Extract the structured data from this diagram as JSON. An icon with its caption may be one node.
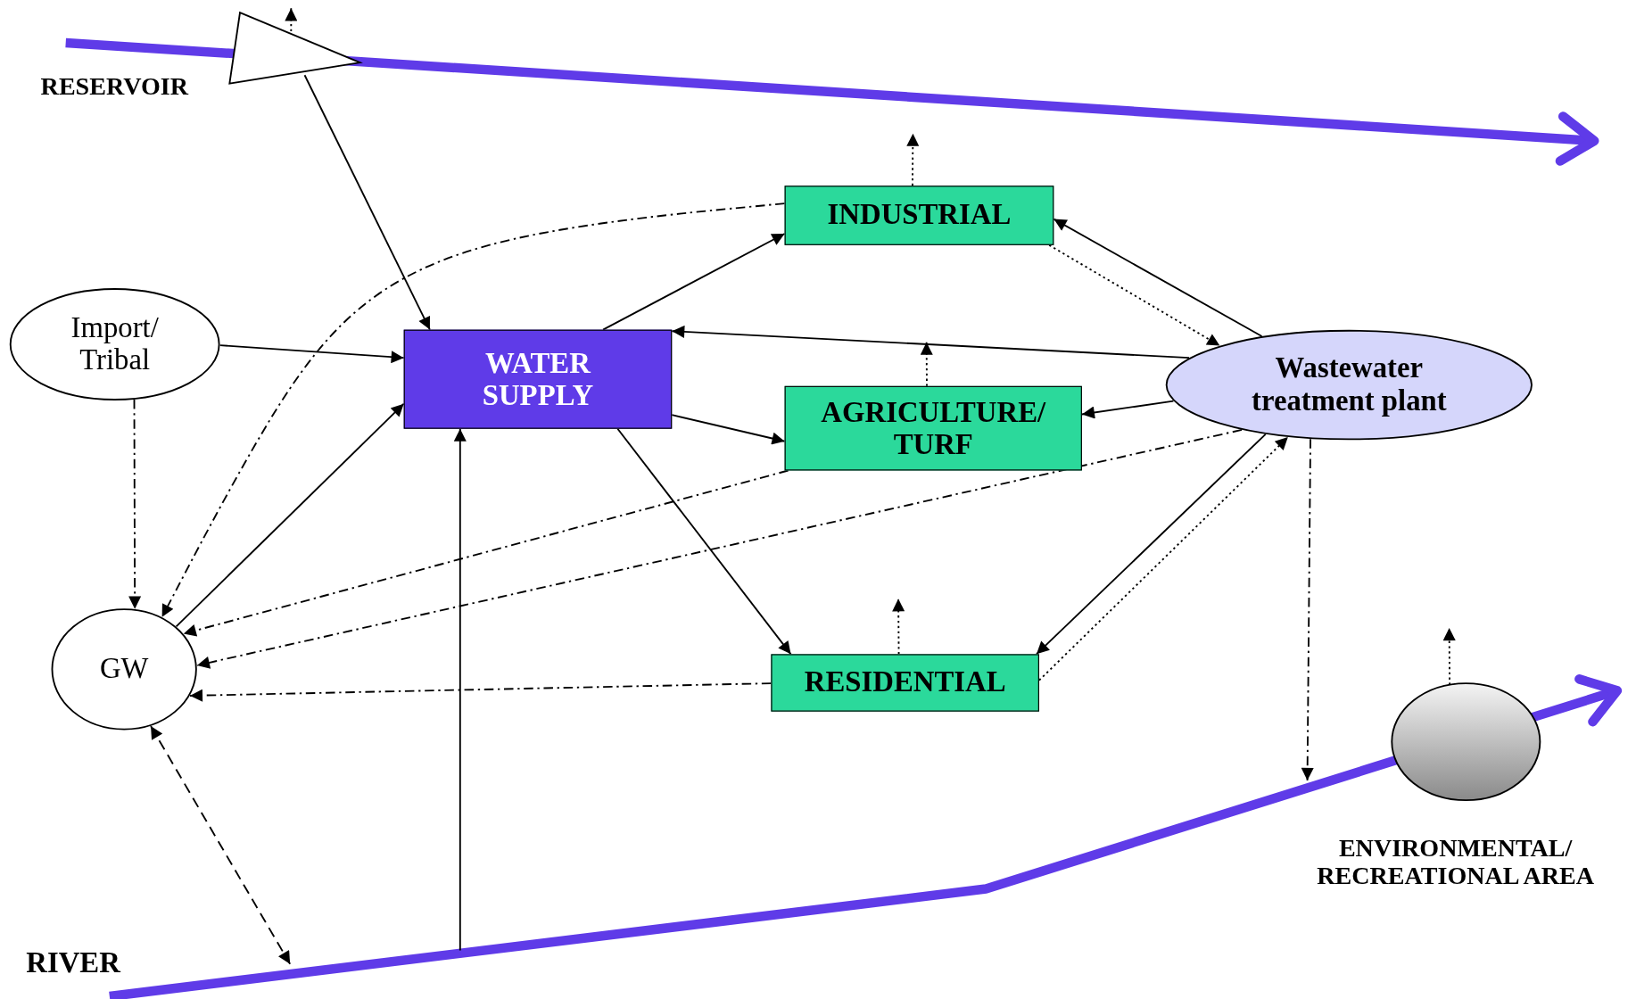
{
  "diagram": {
    "nodes": [
      {
        "text": [],
        "shape": "triangle"
      },
      {
        "text": [
          "Import/ Tribal"
        ]
      },
      {
        "text": [
          "WATER SUPPLY"
        ]
      },
      {
        "text": [
          "INDUSTRIAL"
        ]
      },
      {
        "text": [
          "AGRICULTURE/ TURF"
        ]
      },
      {
        "text": [
          "Wastewater treatment plant"
        ]
      },
      {
        "text": [
          "GW"
        ]
      },
      {
        "text": [
          "RESIDENTIAL"
        ]
      },
      {
        "text": [
          "ENVIRONMENTAL/ RECREATIONAL AREA"
        ]
      }
    ],
    "edges": [
      {
        "from": 0,
        "to": 2,
        "arrow": "to"
      },
      {
        "from": 0,
        "to": null,
        "arrow": "to",
        "style": "dashed"
      },
      {
        "from": 1,
        "to": 2,
        "arrow": "to"
      },
      {
        "from": 1,
        "to": 6,
        "arrow": "to",
        "style": "dashed"
      },
      {
        "from": 3,
        "to": 6,
        "arrow": "to",
        "style": "dashed"
      },
      {
        "from": 2,
        "to": 3,
        "arrow": "to"
      },
      {
        "from": 5,
        "to": 2,
        "arrow": "to"
      },
      {
        "from": 2,
        "to": 4,
        "arrow": "to"
      },
      {
        "from": 2,
        "to": 7,
        "arrow": "to"
      },
      {
        "from": 6,
        "to": 2,
        "arrow": "to"
      },
      {
        "from": null,
        "to": 2,
        "arrow": "to"
      },
      {
        "from": 3,
        "to": 5,
        "arrow": "to",
        "style": "dashed"
      },
      {
        "from": 5,
        "to": 3,
        "arrow": "to"
      },
      {
        "from": 3,
        "to": null,
        "arrow": "to",
        "style": "dashed"
      },
      {
        "from": 4,
        "to": null,
        "arrow": "to",
        "style": "dashed"
      },
      {
        "from": 5,
        "to": 4,
        "arrow": "to"
      },
      {
        "from": 4,
        "to": 6,
        "arrow": "to",
        "style": "dashed"
      },
      {
        "from": 5,
        "to": 6,
        "arrow": "to",
        "style": "dashed"
      },
      {
        "from": 5,
        "to": 7,
        "arrow": "to"
      },
      {
        "from": 7,
        "to": 5,
        "arrow": "to",
        "style": "dashed"
      },
      {
        "from": 7,
        "to": 6,
        "arrow": "to",
        "style": "dashed"
      },
      {
        "from": 7,
        "to": null,
        "arrow": "to",
        "style": "dashed"
      },
      {
        "from": 6,
        "to": null,
        "arrow": "both",
        "style": "dashed"
      },
      {
        "from": 5,
        "to": null,
        "arrow": "to",
        "style": "dashed"
      },
      {
        "from": 8,
        "to": null,
        "arrow": "to",
        "style": "dashed"
      }
    ],
    "labels": [
      "RESERVOIR",
      "RIVER"
    ]
  }
}
